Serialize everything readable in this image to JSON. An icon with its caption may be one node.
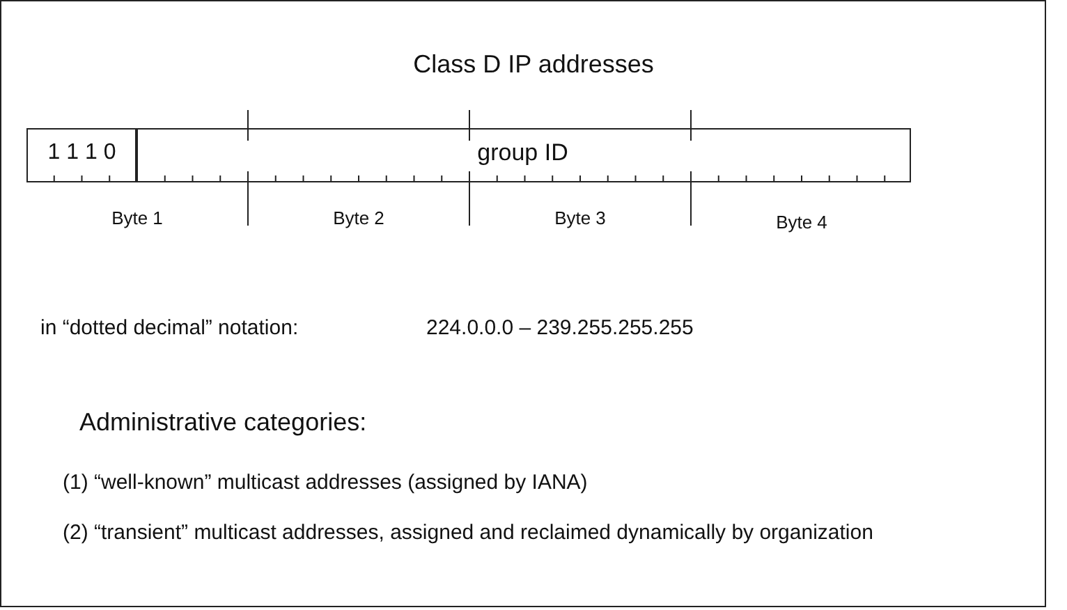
{
  "diagram": {
    "title": "Class D IP  addresses",
    "nodes": [
      {
        "text": [
          "1 1 1 0"
        ]
      },
      {
        "text": [
          "group ID"
        ]
      }
    ],
    "labels": [
      "Byte 1",
      "Byte 2",
      "Byte 3",
      "Byte 4",
      "in “dotted decimal” notation:",
      "224.0.0.0 – 239.255.255.255",
      "Administrative categories:",
      "(1) “well-known” multicast addresses (assigned by IANA)",
      "(2) “transient” multicast addresses, assigned and reclaimed dynamically by organization"
    ]
  }
}
